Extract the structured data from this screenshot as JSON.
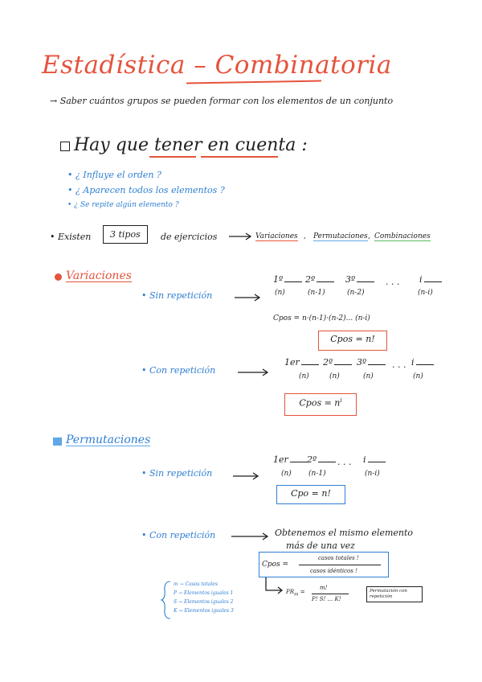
{
  "title": "Estadística – Combinatoria",
  "subtitle": "→ Saber cuántos grupos se pueden formar con los elementos de un conjunto",
  "section_intro": {
    "heading": "Hay que tener en cuenta :",
    "questions": [
      "• ¿ Influye el orden ?",
      "• ¿ Aparecen todos los elementos ?",
      "• ¿ Se repite algún elemento ?"
    ]
  },
  "types_line": {
    "lead": "• Existen",
    "boxed": "3 tipos",
    "mid": "de ejercicios",
    "items": [
      "Variaciones",
      "Permutaciones",
      "Combinaciones"
    ],
    "sep": ","
  },
  "variaciones": {
    "heading": "Variaciones",
    "sin": {
      "label": "• Sin repetición",
      "positions": [
        "1º",
        "2º",
        "3º",
        ". . .",
        "i"
      ],
      "counts": [
        "(n)",
        "(n-1)",
        "(n-2)",
        "(n-i)"
      ],
      "formula": "Cpos = n·(n-1)·(n-2)... (n-i)",
      "result": "Cpos = n!"
    },
    "con": {
      "label": "• Con repetición",
      "positions": [
        "1er",
        "2º",
        "3º",
        ". . .",
        "i"
      ],
      "counts": [
        "(n)",
        "(n)",
        "(n)",
        "(n)"
      ],
      "result_base": "Cpos = n",
      "result_exp": "i"
    }
  },
  "permutaciones": {
    "heading": "Permutaciones",
    "sin": {
      "label": "• Sin repetición",
      "positions": [
        "1er",
        "2º",
        ". . .",
        "i"
      ],
      "counts": [
        "(n)",
        "(n-1)",
        "(n-i)"
      ],
      "result": "Cpo = n!"
    },
    "con": {
      "label": "• Con repetición",
      "note_line1": "Obtenemos el mismo elemento",
      "note_line2": "más de una vez",
      "formula_lhs": "Cpos =",
      "numerator": "casos totales !",
      "denominator": "casos idénticos !",
      "pr_lhs": "PR",
      "pr_sub": "m",
      "pr_eq": "=",
      "pr_num": "m!",
      "pr_den": "P! S! ... K!",
      "pr_note": "Permutación con repetición",
      "legend": [
        "m → Casos totales",
        "P → Elementos iguales 1",
        "S → Elementos iguales 2",
        "K → Elementos iguales 3"
      ]
    }
  }
}
